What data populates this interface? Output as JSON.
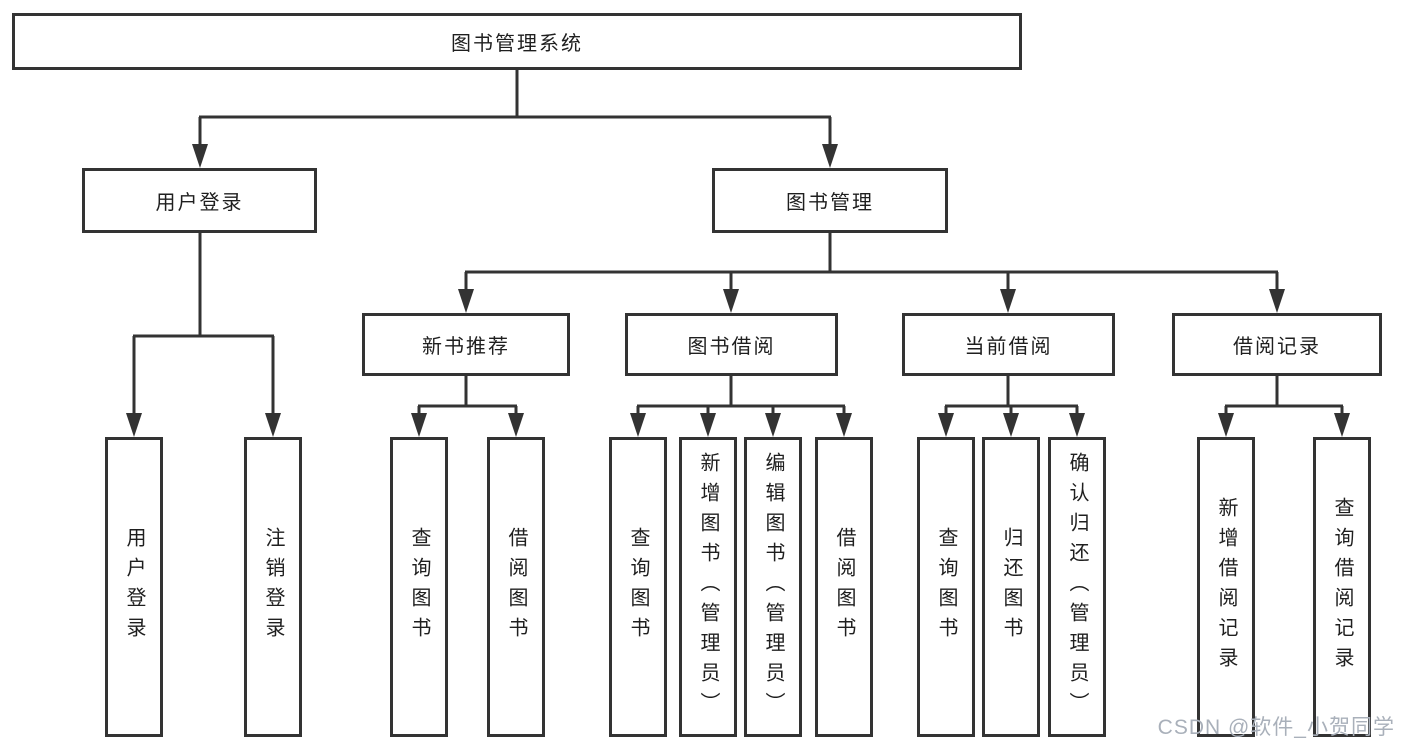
{
  "diagram": {
    "root": {
      "label": "图书管理系统"
    },
    "level2": {
      "user_login": {
        "label": "用户登录"
      },
      "book_manage": {
        "label": "图书管理"
      }
    },
    "level3": {
      "new_books": {
        "label": "新书推荐"
      },
      "book_borrow": {
        "label": "图书借阅"
      },
      "current_borrow": {
        "label": "当前借阅"
      },
      "borrow_records": {
        "label": "借阅记录"
      }
    },
    "leaves": {
      "user_login": {
        "label": "用户登录"
      },
      "logout": {
        "label": "注销登录"
      },
      "newbooks_query": {
        "label": "查询图书"
      },
      "newbooks_borrow": {
        "label": "借阅图书"
      },
      "borrow_query": {
        "label": "查询图书"
      },
      "borrow_add_admin": {
        "label": "新增图书（管理员）"
      },
      "borrow_edit_admin": {
        "label": "编辑图书（管理员）"
      },
      "borrow_borrow": {
        "label": "借阅图书"
      },
      "current_query": {
        "label": "查询图书"
      },
      "current_return": {
        "label": "归还图书"
      },
      "current_confirm_admin": {
        "label": "确认归还（管理员）"
      },
      "records_add": {
        "label": "新增借阅记录"
      },
      "records_query": {
        "label": "查询借阅记录"
      }
    },
    "watermark": {
      "text": "CSDN @软件_小贺同学"
    },
    "colors": {
      "line": "#333333",
      "text": "#1f1f1f",
      "background": "#ffffff",
      "watermark": "#a9b0ba"
    }
  }
}
